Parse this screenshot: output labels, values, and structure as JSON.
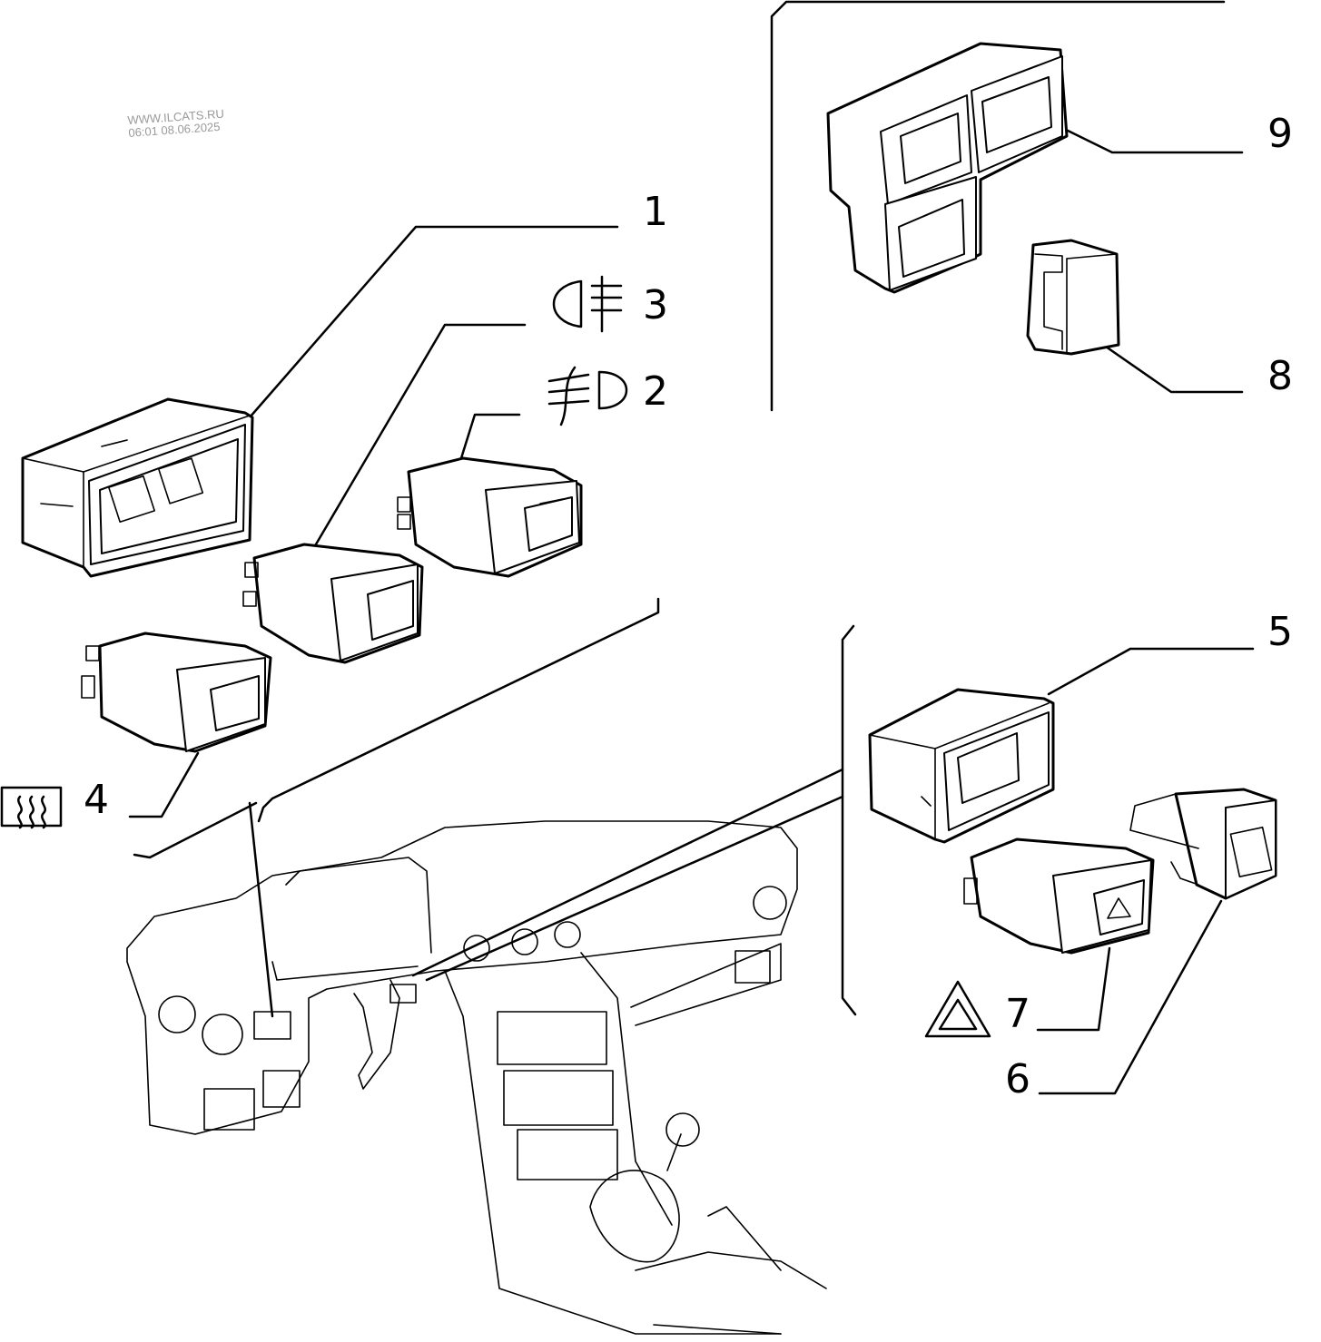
{
  "watermark": {
    "site": "WWW.ILCATS.RU",
    "timestamp": "06:01 08.06.2025"
  },
  "callouts": {
    "part_1": "1",
    "part_2": "2",
    "part_3": "3",
    "part_4": "4",
    "part_5": "5",
    "part_6": "6",
    "part_7": "7",
    "part_8": "8",
    "part_9": "9"
  },
  "symbols": {
    "part_2": "front-fog-light-icon",
    "part_3": "rear-fog-light-icon",
    "part_4": "rear-window-defrost-icon",
    "part_7": "hazard-warning-icon"
  },
  "colors": {
    "line": "#000000",
    "background": "#ffffff",
    "watermark": "#9a9a9a"
  }
}
